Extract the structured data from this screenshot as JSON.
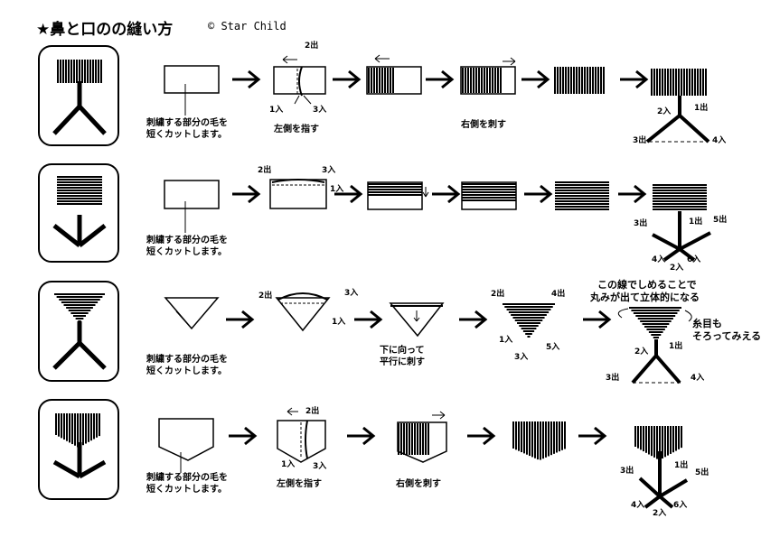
{
  "header": {
    "title": "★鼻と口のの縫い方",
    "credit": "© Star  Child"
  },
  "labels": {
    "cut_hair": "刺繍する部分の毛を",
    "cut_hair_2": "短くカットします。",
    "stitch_left": "左側を指す",
    "stitch_right": "右側を刺す",
    "down_parallel_1": "下に向って",
    "down_parallel_2": "平行に刺す",
    "round_note_1": "この線でしめることで",
    "round_note_2": "丸みが出て立体的になる",
    "thread_note_1": "糸目も",
    "thread_note_2": "そろってみえる"
  },
  "points": {
    "out1": "1出",
    "out2": "2出",
    "out3": "3出",
    "out4": "4出",
    "out5": "5出",
    "in1": "1入",
    "in2": "2入",
    "in3": "3入",
    "in4": "4入",
    "in5": "5入",
    "in6": "6入"
  }
}
